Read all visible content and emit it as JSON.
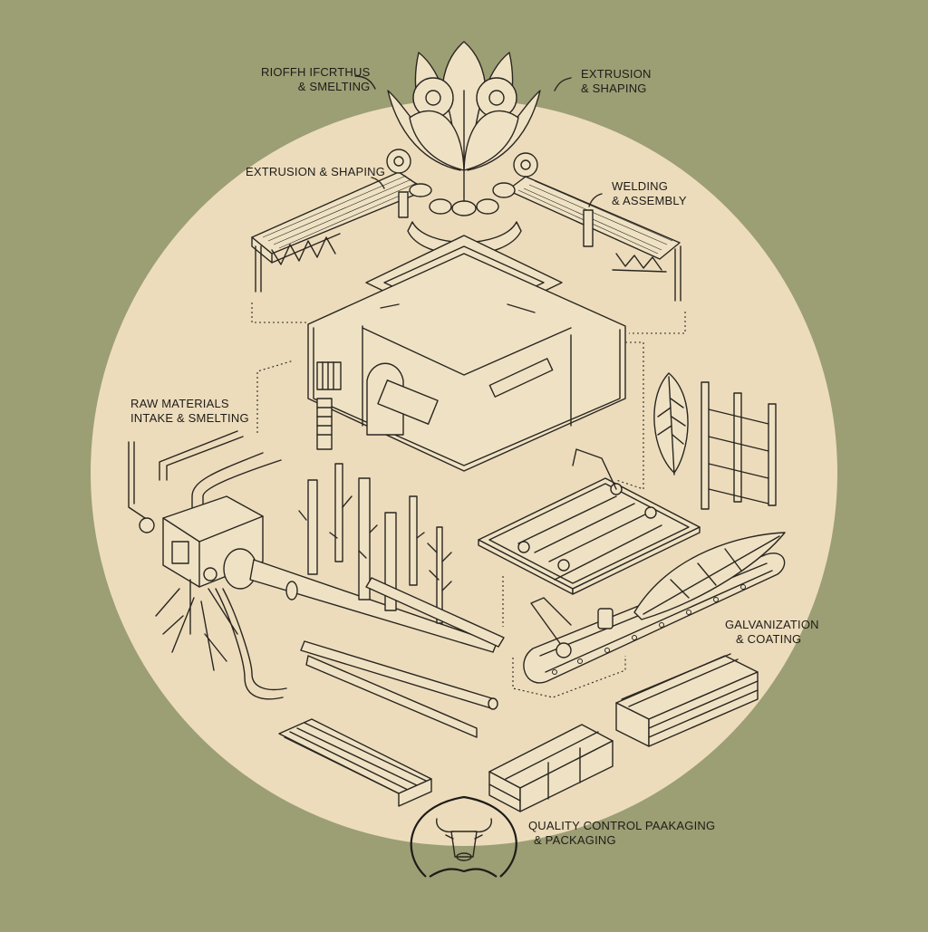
{
  "diagram": {
    "title": "Isometric steel production process illustration",
    "colors": {
      "background": "#9c9e74",
      "circle_fill": "#ecdcbc",
      "line_ink": "#2a2620",
      "text": "#1e1c18"
    },
    "labels": {
      "top_left": {
        "line1": "RIOFFH IFCRTHUS",
        "line2": "& SMELTING"
      },
      "top_right": {
        "line1": "EXTRUSION",
        "line2": "& SHAPING"
      },
      "extrusion_inner": {
        "line1": "EXTRUSION & SHAPING"
      },
      "welding": {
        "line1": "WELDING",
        "line2": "& ASSEMBLY"
      },
      "raw_materials": {
        "line1": "RAW MATERIALS",
        "line2": "INTAKE & SMELTING"
      },
      "galvanization": {
        "line1": "GALVANIZATION",
        "line2": "& COATING"
      },
      "quality_control": {
        "line1": "QUALITY CONTROL PAAKAGING",
        "line2": "& PACKAGING"
      }
    },
    "elements": [
      {
        "id": "lotus-gear-crown",
        "icon": "lotus-with-gears"
      },
      {
        "id": "roof-trusses",
        "icon": "pitched-roof-with-trusses"
      },
      {
        "id": "factory-building",
        "icon": "isometric-factory-frame"
      },
      {
        "id": "smelting-machine",
        "icon": "pipe-furnace-with-roots"
      },
      {
        "id": "branching-poles",
        "icon": "tree-branch-columns"
      },
      {
        "id": "welding-table",
        "icon": "robot-arm-welding-bed"
      },
      {
        "id": "leaf-and-ladder",
        "icon": "leaf-with-frame"
      },
      {
        "id": "coating-conveyor",
        "icon": "conveyor-with-leaf"
      },
      {
        "id": "steel-bars",
        "icon": "bundled-bars"
      },
      {
        "id": "packaged-beams",
        "icon": "strapped-beam-bundle"
      },
      {
        "id": "bull-emblem",
        "icon": "bull-head-badge"
      }
    ]
  }
}
